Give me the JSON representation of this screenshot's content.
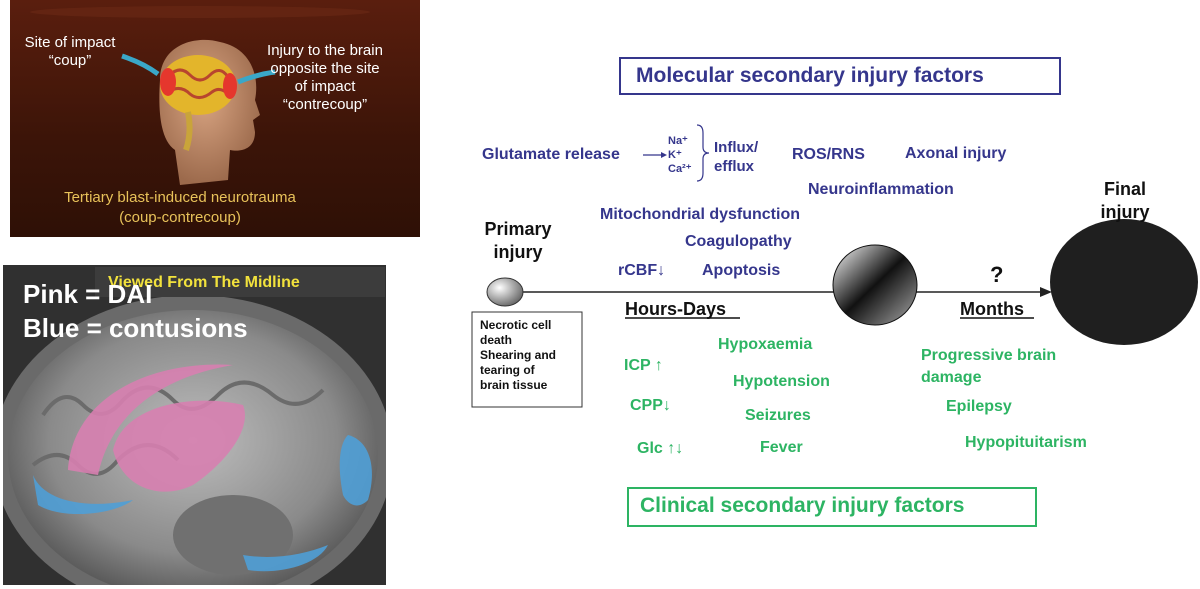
{
  "panel_top": {
    "left_label": [
      "Site of impact",
      "“coup”"
    ],
    "right_label": [
      "Injury to the brain",
      "opposite the site",
      "of impact",
      "“contrecoup”"
    ],
    "caption": [
      "Tertiary blast-induced neurotrauma",
      "(coup-contrecoup)"
    ]
  },
  "panel_mri": {
    "banner": "Viewed From The Midline",
    "legend_pink": "Pink = DAI",
    "legend_blue": "Blue = contusions"
  },
  "diagram": {
    "molecular_title": "Molecular secondary injury factors",
    "clinical_title": "Clinical secondary injury factors",
    "glutamate": "Glutamate release",
    "ions": [
      "Na⁺",
      "K⁺",
      "Ca²⁺"
    ],
    "influx": [
      "Influx/",
      "efflux"
    ],
    "ros": "ROS/RNS",
    "axonal": "Axonal injury",
    "neuroinflammation": "Neuroinflammation",
    "mito": "Mitochondrial dysfunction",
    "coag": "Coagulopathy",
    "rcbf": "rCBF↓",
    "apoptosis": "Apoptosis",
    "primary": [
      "Primary",
      "injury"
    ],
    "final": [
      "Final",
      "injury"
    ],
    "question": "?",
    "hours_days": "Hours-Days",
    "months": "Months",
    "primary_box": [
      "Necrotic cell",
      "death",
      "Shearing and",
      "tearing of",
      "brain tissue"
    ],
    "icp": "ICP ↑",
    "cpp": "CPP↓",
    "glc": "Glc ↑↓",
    "hypoxaemia": "Hypoxaemia",
    "hypotension": "Hypotension",
    "seizures": "Seizures",
    "fever": "Fever",
    "progressive": [
      "Progressive brain",
      "damage"
    ],
    "epilepsy": "Epilepsy",
    "hypopit": "Hypopituitarism"
  },
  "colors": {
    "molecular": "#35368c",
    "clinical": "#2db463",
    "dai_pink": "#d77fb0",
    "contusion_blue": "#4f9fd6"
  }
}
